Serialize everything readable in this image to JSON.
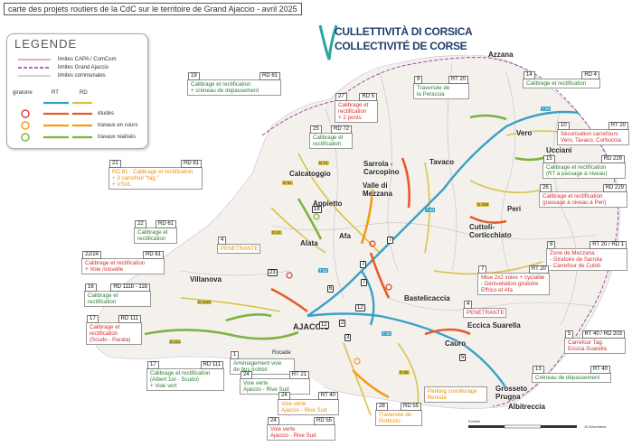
{
  "header": {
    "title": "carte des projets routiers de la CdC sur le territoire de Grand Ajaccio - avril 2025"
  },
  "logo": {
    "line1": "CULLETTIVITÀ DI CORSICA",
    "line2": "COLLECTIVITÉ DE CORSE"
  },
  "legend": {
    "title": "LEGENDE",
    "limits": [
      "limites CAPA / ComCom",
      "limites Grand Ajaccio",
      "limites communales"
    ],
    "col_giratoire": "giratoire",
    "col_rt": "RT",
    "col_rd": "RD",
    "status": [
      "études",
      "travaux en cours",
      "travaux réalisés"
    ],
    "colors": {
      "etudes": "#e53935",
      "en_cours": "#f39c12",
      "realises": "#7cb342",
      "rt": "#3aa0c8",
      "rd": "#d9c24a",
      "capa": "#e56fb0",
      "grand_ajaccio": "#8e3d9a",
      "communales": "#bbbbbb"
    }
  },
  "places": [
    {
      "name": "Azzana"
    },
    {
      "name": "Vero"
    },
    {
      "name": "Tavaco"
    },
    {
      "name": "Sarrola - Carcopino"
    },
    {
      "name": "Calcatoggio"
    },
    {
      "name": "Appietto"
    },
    {
      "name": "Valle di Mezzana"
    },
    {
      "name": "Afa"
    },
    {
      "name": "Alata"
    },
    {
      "name": "Villanova"
    },
    {
      "name": "AJACCIO"
    },
    {
      "name": "Bastelicaccia"
    },
    {
      "name": "Cauro"
    },
    {
      "name": "Eccica Suarella"
    },
    {
      "name": "Grosseto Prugna"
    },
    {
      "name": "Albitreccia"
    },
    {
      "name": "Peri"
    },
    {
      "name": "Cuttoli-Corticchiato"
    },
    {
      "name": "Ucciani"
    },
    {
      "name": "Rocade"
    }
  ],
  "callouts": [
    {
      "num": "19",
      "ref": "RD 81",
      "text": "Calibrage et rectification\n+ créneau de dépassement",
      "color": "green"
    },
    {
      "num": "27",
      "ref": "RD 5",
      "text": "Calibrage et\nrectification\n+ 2 ponts",
      "color": "red"
    },
    {
      "num": "9",
      "ref": "RT 20",
      "text": "Traversée de\nla Peraccia",
      "color": "green"
    },
    {
      "num": "14",
      "ref": "RD 4",
      "text": "Calibrage et rectification",
      "color": "green"
    },
    {
      "num": "10",
      "ref": "RT 20",
      "text": "Sécurisation carrefours\nVero, Tavaco, Corbuccia",
      "color": "red"
    },
    {
      "num": "25",
      "ref": "RD 72",
      "text": "Calibrage et\nrectification",
      "color": "green"
    },
    {
      "num": "15",
      "ref": "RD 229",
      "text": "Calibrage et rectification\n(RT à passage à niveau)",
      "color": "green"
    },
    {
      "num": "21",
      "ref": "RD 81",
      "text": "RD 81 - Calibrage et rectification\n+ 3 carrefour \"tag.\"\n+ VSVL",
      "color": "orange"
    },
    {
      "num": "26",
      "ref": "RD 229",
      "text": "Calibrage et rectification\n(passage à niveau à Peri)",
      "color": "red"
    },
    {
      "num": "22",
      "ref": "RD 61",
      "text": "Calibrage et\nrectification",
      "color": "green"
    },
    {
      "num": "4",
      "ref": "",
      "text": "PENETRANTE",
      "color": "orange"
    },
    {
      "num": "8",
      "ref": "RT 20 / RD 1",
      "text": "Zone de Mezzana :\n- Giratoire de Sarrola\n- Carrefour de Cutoli",
      "color": "red"
    },
    {
      "num": "22/24",
      "ref": "RD 61",
      "text": "Calibrage et rectification\n+ Voie nouvelle",
      "color": "red"
    },
    {
      "num": "7",
      "ref": "RT 20",
      "text": "Mise 2x2 voies + cyclable\n- Dénivellation giratoire\nEffrico et Afa",
      "color": "red"
    },
    {
      "num": "16",
      "ref": "RD 111b - 11b",
      "text": "Calibrage et\nrectification",
      "color": "green"
    },
    {
      "num": "4",
      "ref": "",
      "text": "PENETRANTE",
      "color": "red"
    },
    {
      "num": "17",
      "ref": "RD 111",
      "text": "Calibrage et\nrectification\n(Scudo - Parata)",
      "color": "red"
    },
    {
      "num": "5",
      "ref": "RT 40 / RD 203",
      "text": "Carrefour Tag.\nEccica-Suarella",
      "color": "red"
    },
    {
      "num": "1",
      "ref": "",
      "text": "Aménagement voie\nde bus trottoir",
      "color": "green"
    },
    {
      "num": "17",
      "ref": "RD 111",
      "text": "Calibrage et rectification\n(Albert 1er - Scudo)\n+ Voie vert",
      "color": "green"
    },
    {
      "num": "24",
      "ref": "RT 21",
      "text": "Voie verte\nAjaccio - Rive Sud",
      "color": "green"
    },
    {
      "num": "13",
      "ref": "RT 40",
      "text": "Créneau de dépassement",
      "color": "green"
    },
    {
      "num": "24",
      "ref": "RT 40",
      "text": "Voie verte\nAjaccio - Rive Sud",
      "color": "orange"
    },
    {
      "num": "",
      "ref": "",
      "text": "Parking covoiturage\nBenista",
      "color": "orange"
    },
    {
      "num": "28",
      "ref": "RD 55",
      "text": "Traversée de\nPorticcio",
      "color": "orange"
    },
    {
      "num": "24",
      "ref": "RD 55",
      "text": "Voie verte\nAjaccio - Rive Sud",
      "color": "red"
    }
  ],
  "map_markers": [
    "18",
    "23",
    "6",
    "2",
    "3",
    "7",
    "7",
    "12",
    "5",
    "7",
    "12"
  ],
  "roads": [
    "T 20",
    "T 22",
    "T 40",
    "T 20",
    "D 81",
    "D 61",
    "D 72",
    "D 229",
    "D 111b",
    "D 111",
    "D 55"
  ],
  "scale": {
    "label_left": "Echelle",
    "label_right": "10 Kilomètres"
  }
}
